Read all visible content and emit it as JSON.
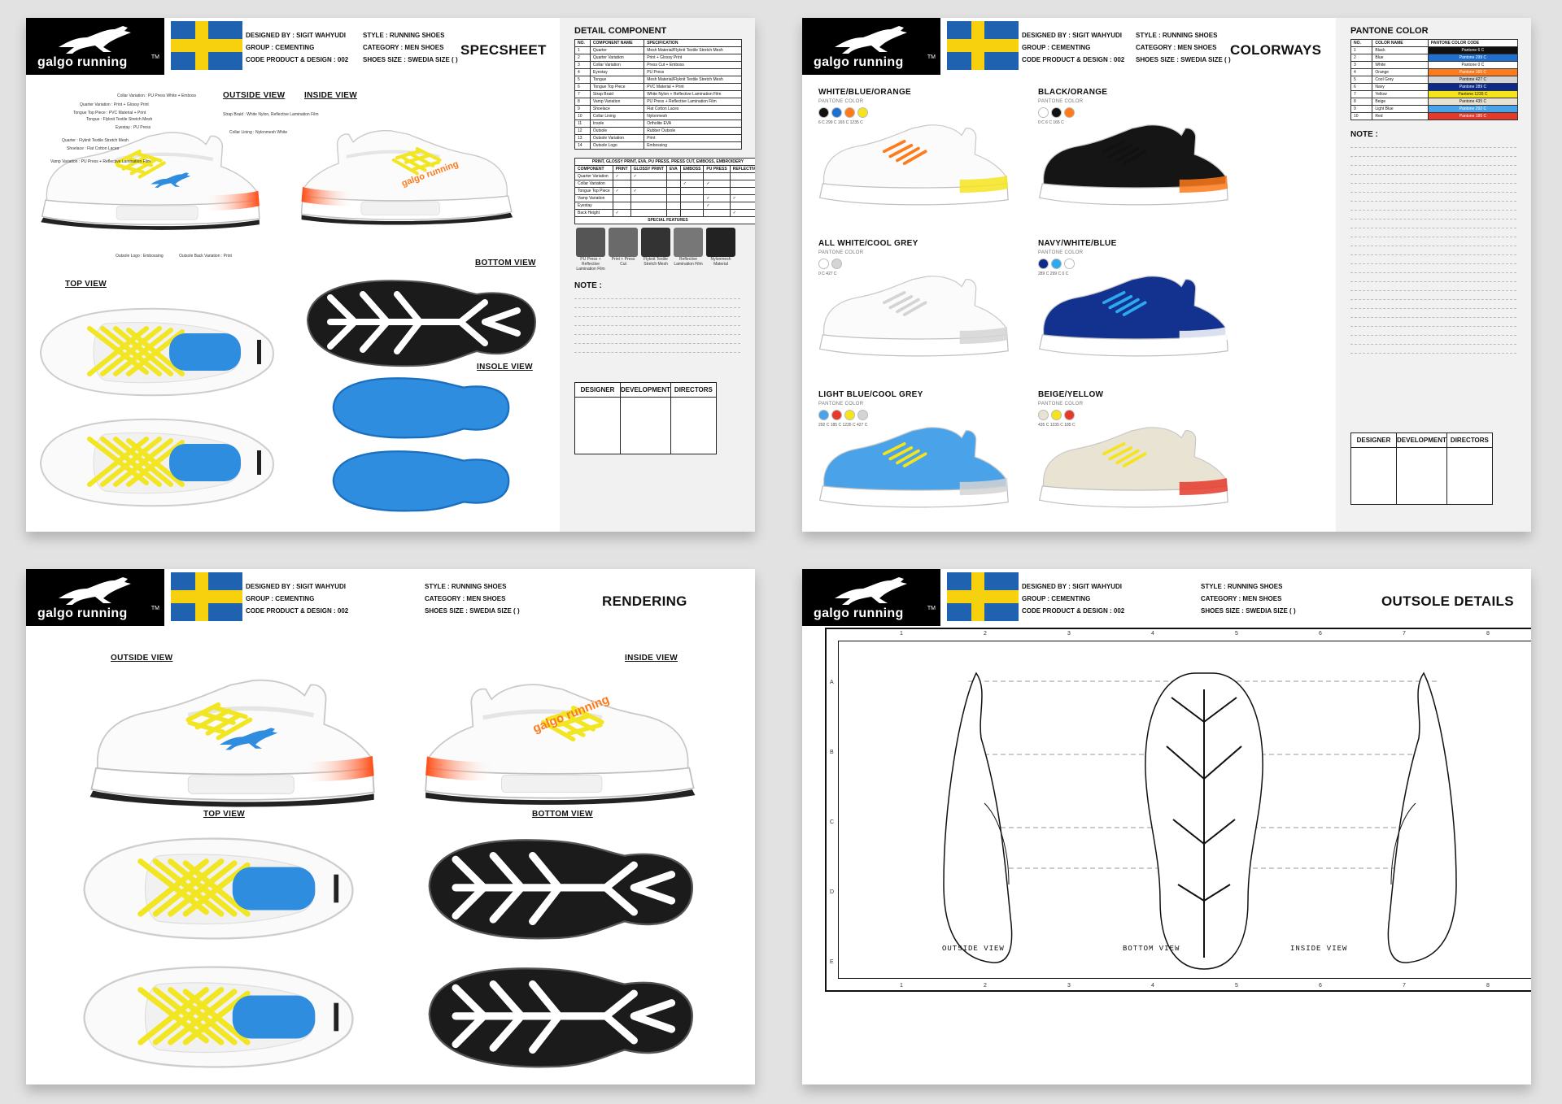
{
  "brand": {
    "name": "galgo running",
    "tm": "TM"
  },
  "header": {
    "designer": "DESIGNED BY : SIGIT WAHYUDI",
    "group": "GROUP : CEMENTING",
    "code": "CODE PRODUCT & DESIGN : 002",
    "style": "STYLE : RUNNING SHOES",
    "category": "CATEGORY : MEN SHOES",
    "size": "SHOES SIZE : SWEDIA SIZE (   )"
  },
  "colors": {
    "flag_blue": "#1e62b0",
    "flag_yellow": "#f7d10d",
    "lace_yellow": "#f2e521",
    "heel_orange": "#ff5a1f",
    "insole_blue": "#2f8de0"
  },
  "specsheet": {
    "title": "SPECSHEET",
    "views": {
      "outside": "OUTSIDE VIEW",
      "inside": "INSIDE VIEW",
      "top": "TOP VIEW",
      "bottom": "BOTTOM VIEW",
      "insole": "INSOLE VIEW"
    },
    "callouts": [
      "Collar Variation : PU Press White + Emboss",
      "Quarter Variation : Print + Glossy Print",
      "Tongue Top Piece : PVC Material + Print",
      "Tongue : Flyknit Textile Stretch Mesh",
      "Eyestay : PU Press",
      "Quarter : Flyknit Textile Stretch Mesh",
      "Shoelace : Flat Cotton Laces",
      "Vamp Variation : PU Press + Reflective Lamination Film",
      "Strap Braid : White Nylon, Reflective Lamination Film",
      "Collar Lining : Nylonmesh White",
      "Outsole Logo : Embossing",
      "Outsole Back Variation : Print"
    ],
    "detail_title": "DETAIL COMPONENT",
    "detail_headers": [
      "NO.",
      "COMPONENT NAME",
      "SPECIFICATION"
    ],
    "detail_rows": [
      [
        "1",
        "Quarter",
        "Mesh Material/Flyknit Textile Stretch Mesh"
      ],
      [
        "2",
        "Quarter Variation",
        "Print + Glossy Print"
      ],
      [
        "3",
        "Collar Variation",
        "Press Cut + Emboss"
      ],
      [
        "4",
        "Eyestay",
        "PU Press"
      ],
      [
        "5",
        "Tongue",
        "Mesh Material/Flyknit Textile Stretch Mesh"
      ],
      [
        "6",
        "Tongue Top Piece",
        "PVC Material + Print"
      ],
      [
        "7",
        "Strap Braid",
        "White Nylon + Reflective Lamination Film"
      ],
      [
        "8",
        "Vamp Variation",
        "PU Press + Reflective Lamination Film"
      ],
      [
        "9",
        "Shoelace",
        "Flat Cotton Laces"
      ],
      [
        "10",
        "Collar Lining",
        "Nylonmesh"
      ],
      [
        "11",
        "Insole",
        "Ortholite EVA"
      ],
      [
        "12",
        "Outsole",
        "Rubber Outsole"
      ],
      [
        "13",
        "Outsole Variation",
        "Print"
      ],
      [
        "14",
        "Outsole Logo",
        "Embossing"
      ]
    ],
    "process_title": "PRINT, GLOSSY PRINT, EVA, PU PRESS, PRESS CUT, EMBOSS, EMBROIDERY",
    "process_headers": [
      "COMPONENT",
      "PRINT",
      "GLOSSY PRINT",
      "EVA",
      "EMBOSS",
      "PU PRESS",
      "REFLECTIVE"
    ],
    "process_rows": [
      [
        "Quarter Variation",
        "✓",
        "✓",
        "",
        "",
        "",
        ""
      ],
      [
        "Collar Variation",
        "",
        "",
        "",
        "✓",
        "✓",
        ""
      ],
      [
        "Tongue Top Piece",
        "✓",
        "✓",
        "",
        "",
        "",
        ""
      ],
      [
        "Vamp Variation",
        "",
        "",
        "",
        "",
        "✓",
        "✓"
      ],
      [
        "Eyestay",
        "",
        "",
        "",
        "",
        "✓",
        ""
      ],
      [
        "Back Height",
        "✓",
        "",
        "",
        "",
        "",
        "✓"
      ]
    ],
    "special_title": "SPECIAL FEATURES",
    "special_items": [
      "PU Press + Reflective Lamination Film",
      "Print + Press Cut",
      "Flyknit Textile Stretch Mesh",
      "Reflective Lamination Film",
      "Nylonmesh Material"
    ],
    "note": "NOTE :",
    "signoff": [
      "DESIGNER",
      "DEVELOPMENT",
      "DIRECTORS"
    ]
  },
  "colorways": {
    "title": "COLORWAYS",
    "pantone_label": "PANTONE COLOR",
    "items": [
      {
        "name": "WHITE/BLUE/ORANGE",
        "swatches": [
          "#111111",
          "#1e6fd0",
          "#ff7a1a",
          "#f5e41c"
        ],
        "codes": "6 C   299 C  165 C 1235 C"
      },
      {
        "name": "BLACK/ORANGE",
        "swatches": [
          "#ffffff",
          "#111111",
          "#ff7a1a"
        ],
        "codes": "0 C    6 C    165 C"
      },
      {
        "name": "ALL WHITE/COOL GREY",
        "swatches": [
          "#ffffff",
          "#d4d4d4"
        ],
        "codes": "0 C    427 C"
      },
      {
        "name": "NAVY/WHITE/BLUE",
        "swatches": [
          "#0d2a8a",
          "#2ca9ef",
          "#ffffff"
        ],
        "codes": "289 C  299 C  0 C"
      },
      {
        "name": "LIGHT BLUE/COOL GREY",
        "swatches": [
          "#4aa3e8",
          "#e53a2a",
          "#f5e41c",
          "#d4d4d4"
        ],
        "codes": "292 C 185 C 1235 C 427 C"
      },
      {
        "name": "BEIGE/YELLOW",
        "swatches": [
          "#e8e2d2",
          "#f5e41c",
          "#e53a2a"
        ],
        "codes": "435 C 1235 C 185 C"
      }
    ],
    "pantone_title": "PANTONE COLOR",
    "pantone_headers": [
      "NO.",
      "COLOR NAME",
      "PANTONE COLOR CODE"
    ],
    "pantone_rows": [
      {
        "no": "1",
        "name": "Black",
        "code": "Pantone 6 C",
        "hex": "#111111",
        "fg": "#ffffff"
      },
      {
        "no": "2",
        "name": "Blue",
        "code": "Pantone 299 C",
        "hex": "#1e6fd0",
        "fg": "#ffffff"
      },
      {
        "no": "3",
        "name": "White",
        "code": "Pantone 0 C",
        "hex": "#ffffff",
        "fg": "#111111"
      },
      {
        "no": "4",
        "name": "Orange",
        "code": "Pantone 165 C",
        "hex": "#ff7a1a",
        "fg": "#ffffff"
      },
      {
        "no": "5",
        "name": "Cool Grey",
        "code": "Pantone 427 C",
        "hex": "#d4d4d4",
        "fg": "#111111"
      },
      {
        "no": "6",
        "name": "Navy",
        "code": "Pantone 289 C",
        "hex": "#0d2a8a",
        "fg": "#ffffff"
      },
      {
        "no": "7",
        "name": "Yellow",
        "code": "Pantone 1235 C",
        "hex": "#f5e41c",
        "fg": "#111111"
      },
      {
        "no": "8",
        "name": "Beige",
        "code": "Pantone 435 C",
        "hex": "#e8e2d2",
        "fg": "#111111"
      },
      {
        "no": "9",
        "name": "Light Blue",
        "code": "Pantone 292 C",
        "hex": "#4aa3e8",
        "fg": "#ffffff"
      },
      {
        "no": "10",
        "name": "Red",
        "code": "Pantone 185 C",
        "hex": "#e53a2a",
        "fg": "#ffffff"
      }
    ],
    "note": "NOTE :",
    "signoff": [
      "DESIGNER",
      "DEVELOPMENT",
      "DIRECTORS"
    ]
  },
  "rendering": {
    "title": "RENDERING",
    "views": {
      "outside": "OUTSIDE VIEW",
      "inside": "INSIDE VIEW",
      "top": "TOP VIEW",
      "bottom": "BOTTOM VIEW"
    }
  },
  "outsole": {
    "title": "OUTSOLE DETAILS",
    "col_numbers": [
      "1",
      "2",
      "3",
      "4",
      "5",
      "6",
      "7",
      "8"
    ],
    "row_letters": [
      "A",
      "B",
      "C",
      "D",
      "E"
    ],
    "captions": [
      "OUTSIDE VIEW",
      "BOTTOM VIEW",
      "INSIDE VIEW"
    ]
  }
}
